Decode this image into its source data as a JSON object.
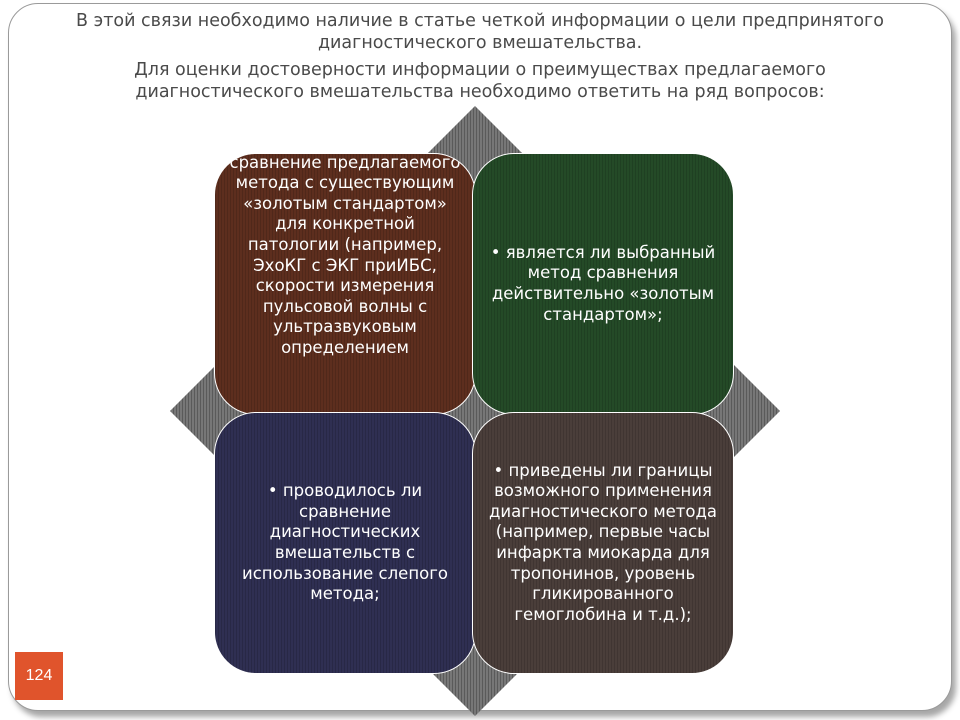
{
  "intro": {
    "line1": "В этой связи необходимо наличие в статье четкой информации о цели предпринятого диагностического вмешательства.",
    "line2": "Для оценки достоверности информации о преимуществах предлагаемого диагностического вмешательства необходимо ответить на ряд вопросов:"
  },
  "quadrants": {
    "top_left": "• проводилось ли сравнение предлагаемого метода с существующим «золотым стандартом» для конкретной патологии (например, ЭхоКГ с ЭКГ приИБС, скорости измерения пульсовой волны с ультразвуковым определением",
    "top_right": "• является ли выбранный метод сравнения действительно «золотым стандартом»;",
    "bottom_left": "• проводилось ли сравнение диагностических вмешательств с использование слепого метода;",
    "bottom_right": "• приведены ли границы возможного применения диагностического метода (например, первые часы инфаркта миокарда для тропонинов, уровень гликированного гемоглобина и т.д.);"
  },
  "page_number": "124",
  "colors": {
    "top_left": "#5d2e1e",
    "top_right": "#244a27",
    "bottom_left": "#2f2f52",
    "bottom_right": "#4a3e3a",
    "diamond": "#6e6e6e",
    "badge": "#e0542c"
  }
}
